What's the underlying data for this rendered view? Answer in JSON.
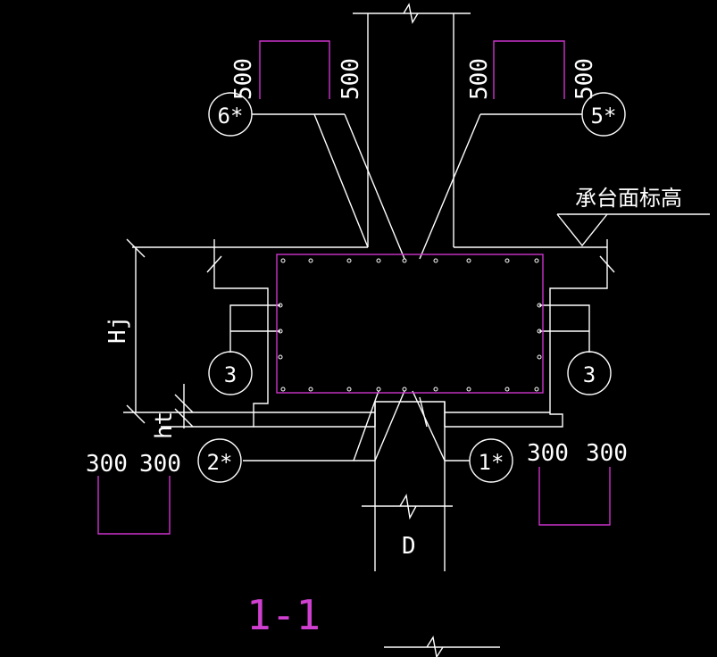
{
  "colors": {
    "background": "#000000",
    "line": "#ffffff",
    "rebar": "#cc33cc",
    "accent": "#d040d0"
  },
  "labels": {
    "section_title": "1-1",
    "cap_elevation": "承台面标高",
    "dim_hj": "Hj",
    "dim_ht": "ht",
    "dim_d": "D",
    "dim_500_a": "500",
    "dim_500_b": "500",
    "dim_500_c": "500",
    "dim_500_d": "500",
    "dim_300_a": "300",
    "dim_300_b": "300",
    "dim_300_c": "300",
    "dim_300_d": "300"
  },
  "callouts": {
    "c6": "6*",
    "c5": "5*",
    "c3_left": "3",
    "c3_right": "3",
    "c2": "2*",
    "c1": "1*"
  }
}
